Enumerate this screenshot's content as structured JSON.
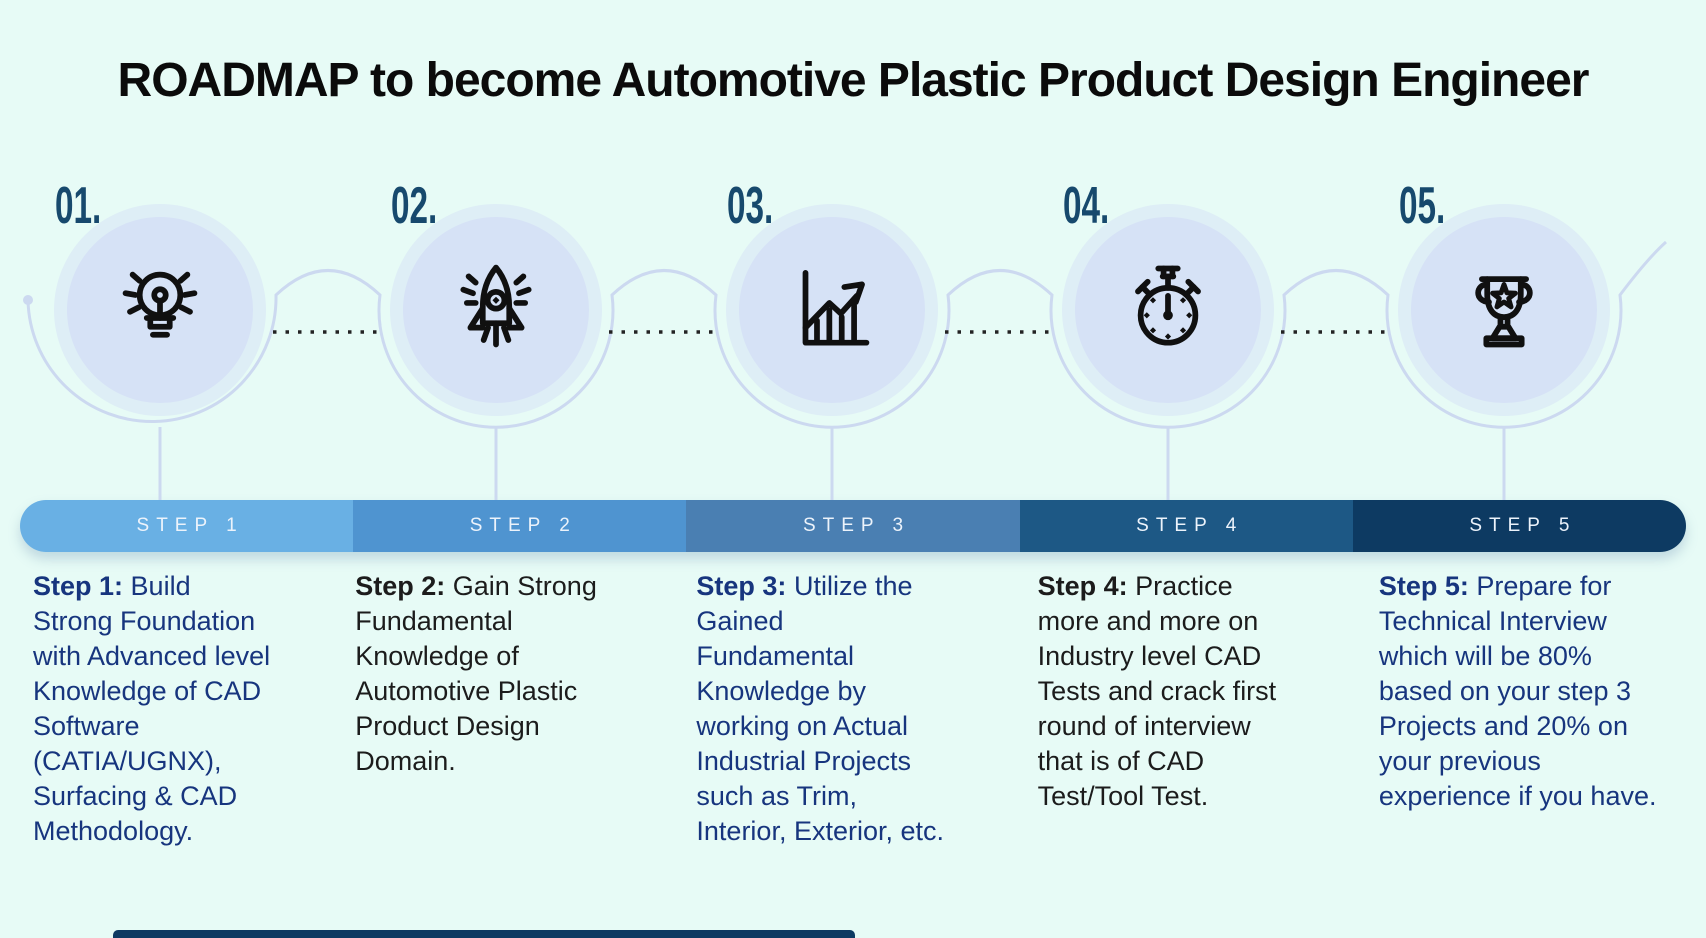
{
  "title": "ROADMAP to become Automotive Plastic Product Design Engineer",
  "background_color": "#e7fbf6",
  "decor": {
    "circle_fill": "#d6e2f6",
    "ring_color": "#ccd9f0",
    "dotted_color": "#232323",
    "number_color": "#17496d",
    "bottom_strip_color": "#0d3a62"
  },
  "steps": [
    {
      "number": "01.",
      "icon": "lightbulb-icon",
      "bar_label": "STEP 1",
      "bar_color": "#69b0e4",
      "text_color": "#17357e",
      "prefix": "Step 1:",
      "body": "Build Strong Foundation with Advanced level Knowledge of CAD Software (CATIA/UGNX), Surfacing & CAD Methodology."
    },
    {
      "number": "02.",
      "icon": "rocket-icon",
      "bar_label": "STEP 2",
      "bar_color": "#4f94d0",
      "text_color": "#1c1c1c",
      "prefix": "Step 2:",
      "body": "Gain Strong Fundamental Knowledge of Automotive Plastic Product Design Domain."
    },
    {
      "number": "03.",
      "icon": "growth-chart-icon",
      "bar_label": "STEP 3",
      "bar_color": "#4a7fb2",
      "text_color": "#17357e",
      "prefix": "Step 3:",
      "body": "Utilize the Gained Fundamental Knowledge by working on Actual Industrial Projects such as Trim, Interior, Exterior, etc."
    },
    {
      "number": "04.",
      "icon": "stopwatch-icon",
      "bar_label": "STEP 4",
      "bar_color": "#1d5885",
      "text_color": "#1c1c1c",
      "prefix": "Step 4:",
      "body": "Practice more and more on Industry level CAD Tests and crack first round of interview that is of CAD Test/Tool Test."
    },
    {
      "number": "05.",
      "icon": "trophy-icon",
      "bar_label": "STEP 5",
      "bar_color": "#0d3a62",
      "text_color": "#17357e",
      "prefix": "Step 5:",
      "body": "Prepare for Technical Interview which will be 80% based on your step 3 Projects and 20% on your previous experience if you have."
    }
  ]
}
